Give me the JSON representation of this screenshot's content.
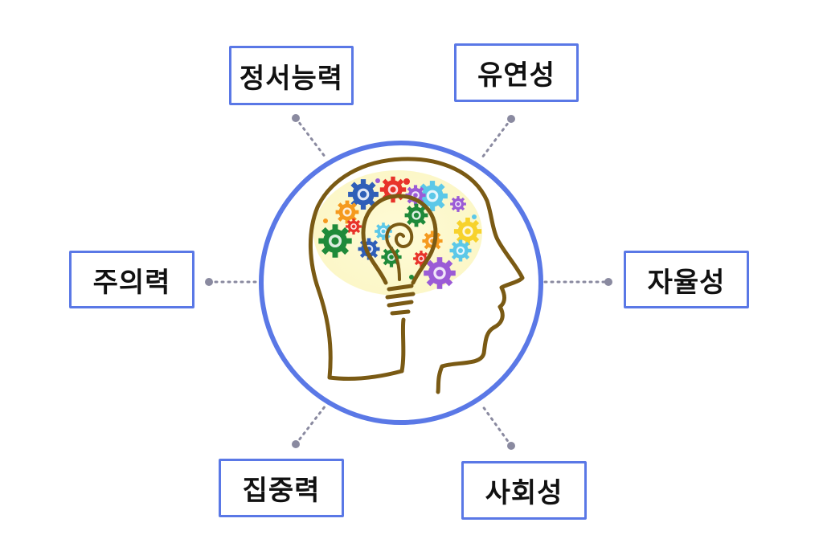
{
  "labels": {
    "emotional": "정서능력",
    "flexibility": "유연성",
    "attention": "주의력",
    "autonomy": "자율성",
    "focus": "집중력",
    "social": "사회성"
  },
  "colors": {
    "circle_stroke": "#5a78e6",
    "connector": "#8a8aa0",
    "head_outline": "#7a5a14",
    "gear_blue": "#2f5fb8",
    "gear_red": "#e8332a",
    "gear_green": "#1f8a3a",
    "gear_orange": "#f59a1e",
    "gear_yellow": "#f7d22c",
    "gear_purple": "#9b5bd6",
    "gear_cyan": "#5cc8e8",
    "brain_glow": "#fbf6c2"
  },
  "icons": {
    "center": "head-with-gears-and-lightbulb-icon"
  }
}
